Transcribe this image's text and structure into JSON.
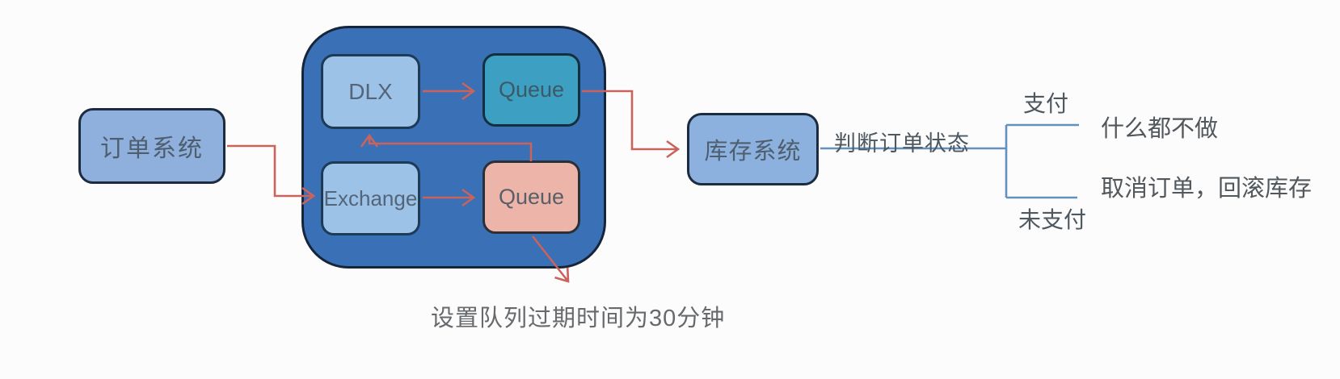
{
  "nodes": {
    "order_system": {
      "label": "订单系统"
    },
    "dlx": {
      "label": "DLX"
    },
    "dead_letter_queue": {
      "label": "Queue"
    },
    "exchange": {
      "label": "Exchange"
    },
    "ttl_queue": {
      "label": "Queue"
    },
    "inventory_system": {
      "label": "库存系统"
    }
  },
  "labels": {
    "judge_order_status": "判断订单状态",
    "paid": "支付",
    "unpaid": "未支付",
    "do_nothing": "什么都不做",
    "cancel_order_rollback": "取消订单，回滚库存",
    "queue_ttl_note": "设置队列过期时间为30分钟"
  },
  "colors": {
    "group_container_fill": "#3a70b6",
    "node_light_blue_fill": "#9cc2e8",
    "node_medium_blue_fill": "#8fb0dd",
    "node_teal_fill": "#3d9fc2",
    "node_pink_fill": "#edb4aa",
    "arrow_red": "#c9635c",
    "branch_line_blue": "#6390bd",
    "node_border_dark": "#1c2b3f",
    "label_text": "#4d5861"
  }
}
